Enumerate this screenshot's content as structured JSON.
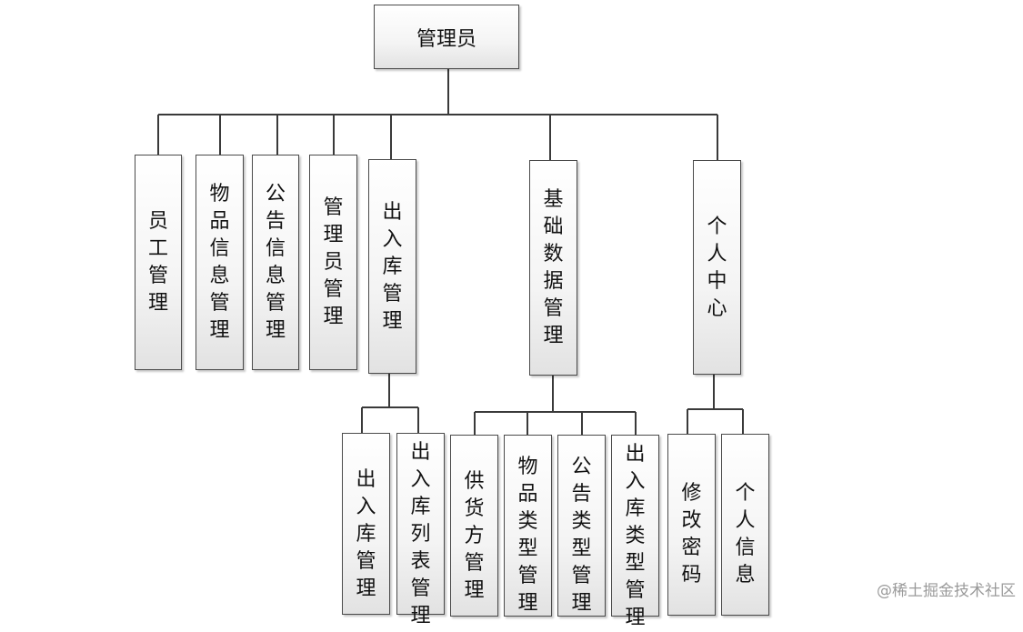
{
  "diagram": {
    "root": "管理员",
    "level1": [
      {
        "key": "staff",
        "label": "员工管理"
      },
      {
        "key": "goods",
        "label": "物品信息管理"
      },
      {
        "key": "notice",
        "label": "公告信息管理"
      },
      {
        "key": "admin",
        "label": "管理员管理"
      },
      {
        "key": "inout",
        "label": "出入库管理"
      },
      {
        "key": "basic",
        "label": "基础数据管理"
      },
      {
        "key": "personal",
        "label": "个人中心"
      }
    ],
    "inout_children": [
      {
        "key": "inout-manage",
        "label": "出入库管理"
      },
      {
        "key": "inout-list",
        "label": "出入库列表管理"
      }
    ],
    "basic_children": [
      {
        "key": "supplier",
        "label": "供货方管理"
      },
      {
        "key": "goods-type",
        "label": "物品类型管理"
      },
      {
        "key": "notice-type",
        "label": "公告类型管理"
      },
      {
        "key": "inout-type",
        "label": "出入库类型管理"
      }
    ],
    "personal_children": [
      {
        "key": "change-password",
        "label": "修改密码"
      },
      {
        "key": "personal-info",
        "label": "个人信息"
      }
    ]
  },
  "watermark": "@稀土掘金技术社区"
}
